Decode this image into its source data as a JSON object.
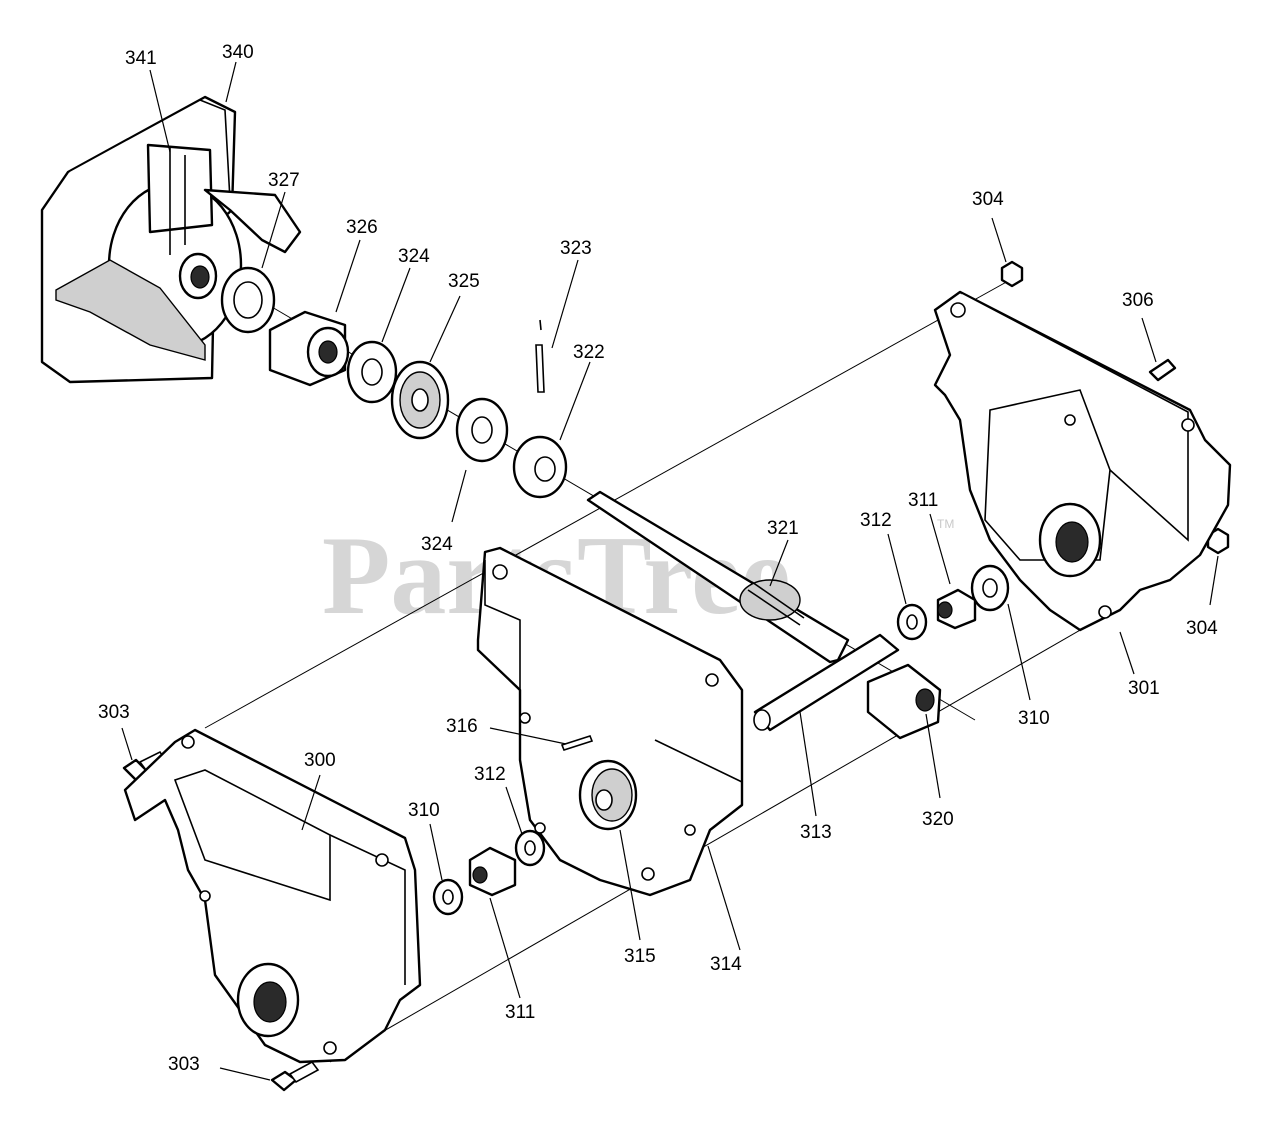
{
  "watermark": {
    "text": "PartsTree",
    "tm": "TM"
  },
  "callouts": [
    {
      "id": "c341",
      "label": "341"
    },
    {
      "id": "c340",
      "label": "340"
    },
    {
      "id": "c327",
      "label": "327"
    },
    {
      "id": "c326",
      "label": "326"
    },
    {
      "id": "c324a",
      "label": "324"
    },
    {
      "id": "c325",
      "label": "325"
    },
    {
      "id": "c323",
      "label": "323"
    },
    {
      "id": "c322",
      "label": "322"
    },
    {
      "id": "c324b",
      "label": "324"
    },
    {
      "id": "c304a",
      "label": "304"
    },
    {
      "id": "c306",
      "label": "306"
    },
    {
      "id": "c321",
      "label": "321"
    },
    {
      "id": "c312a",
      "label": "312"
    },
    {
      "id": "c311a",
      "label": "311"
    },
    {
      "id": "c304b",
      "label": "304"
    },
    {
      "id": "c301",
      "label": "301"
    },
    {
      "id": "c310a",
      "label": "310"
    },
    {
      "id": "c320",
      "label": "320"
    },
    {
      "id": "c313",
      "label": "313"
    },
    {
      "id": "c316",
      "label": "316"
    },
    {
      "id": "c312b",
      "label": "312"
    },
    {
      "id": "c303a",
      "label": "303"
    },
    {
      "id": "c300",
      "label": "300"
    },
    {
      "id": "c310b",
      "label": "310"
    },
    {
      "id": "c315",
      "label": "315"
    },
    {
      "id": "c314",
      "label": "314"
    },
    {
      "id": "c311b",
      "label": "311"
    },
    {
      "id": "c303b",
      "label": "303"
    }
  ]
}
